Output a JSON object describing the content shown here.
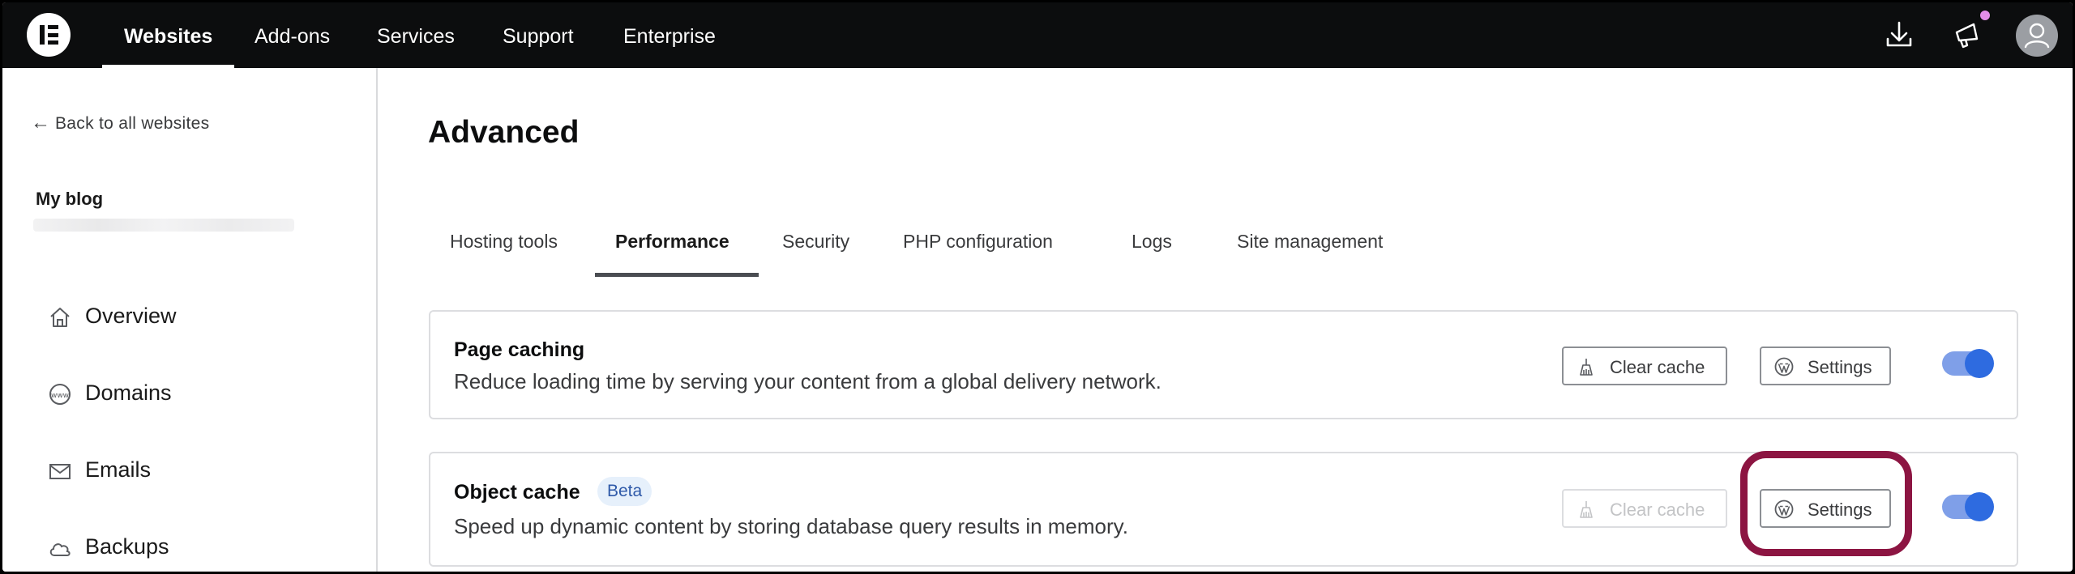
{
  "nav": {
    "items": [
      {
        "label": "Websites",
        "active": true
      },
      {
        "label": "Add-ons",
        "active": false
      },
      {
        "label": "Services",
        "active": false
      },
      {
        "label": "Support",
        "active": false
      },
      {
        "label": "Enterprise",
        "active": false
      }
    ],
    "icons": [
      "download-icon",
      "megaphone-icon",
      "user-icon"
    ]
  },
  "sidebar": {
    "back_label": "Back to all websites",
    "site_title": "My blog",
    "items": [
      {
        "label": "Overview",
        "icon": "home-icon"
      },
      {
        "label": "Domains",
        "icon": "globe-www-icon"
      },
      {
        "label": "Emails",
        "icon": "envelope-icon"
      },
      {
        "label": "Backups",
        "icon": "cloud-icon"
      }
    ]
  },
  "main": {
    "title": "Advanced",
    "tabs": [
      {
        "label": "Hosting tools"
      },
      {
        "label": "Performance",
        "active": true
      },
      {
        "label": "Security"
      },
      {
        "label": "PHP configuration"
      },
      {
        "label": "Logs"
      },
      {
        "label": "Site management"
      }
    ],
    "cards": [
      {
        "title": "Page caching",
        "description": "Reduce loading time by serving your content from a global delivery network.",
        "clear_cache_label": "Clear cache",
        "clear_cache_enabled": true,
        "settings_label": "Settings",
        "toggle_on": true
      },
      {
        "title": "Object cache",
        "badge": "Beta",
        "description": "Speed up dynamic content by storing database query results in memory.",
        "clear_cache_label": "Clear cache",
        "clear_cache_enabled": false,
        "settings_label": "Settings",
        "toggle_on": true
      }
    ]
  },
  "colors": {
    "nav_bg": "#0c0d0e",
    "toggle_track": "#7f9fe8",
    "toggle_knob": "#2e6be0",
    "highlight": "#8c1542",
    "badge_bg": "#e6f0fb",
    "badge_text": "#2e59a8"
  }
}
